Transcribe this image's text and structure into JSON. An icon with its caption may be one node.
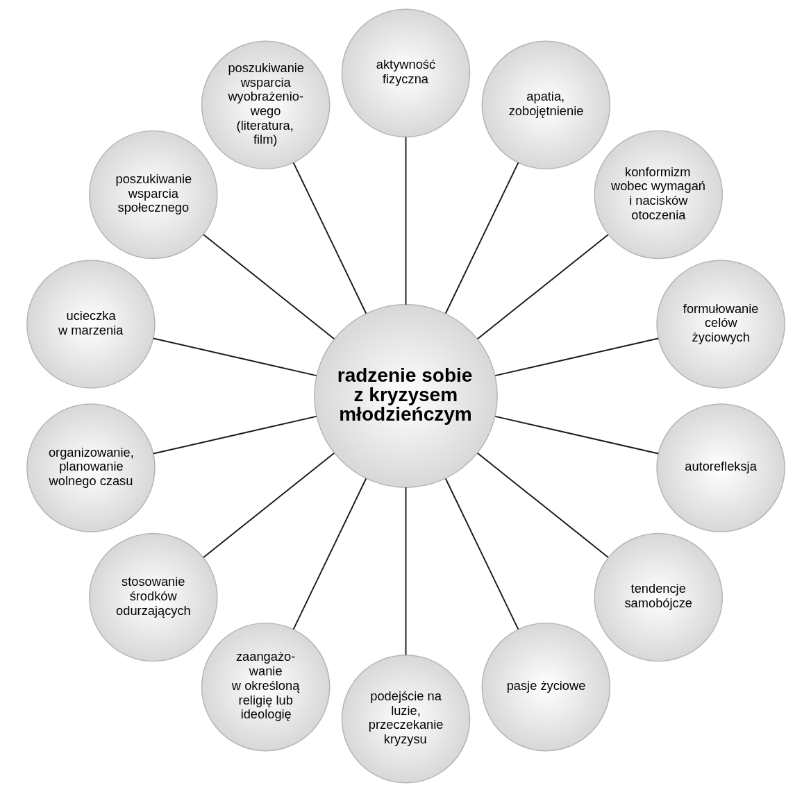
{
  "diagram": {
    "nodes": [
      {
        "text": [
          "radzenie sobie z kryzysem młodzieńczym"
        ]
      },
      {
        "text": [
          "aktywność fizyczna"
        ]
      },
      {
        "text": [
          "apatia, zobojętnienie"
        ]
      },
      {
        "text": [
          "konformizm wobec wymagań i nacisków otoczenia"
        ]
      },
      {
        "text": [
          "formułowanie celów życiowych"
        ]
      },
      {
        "text": [
          "autorefleksja"
        ]
      },
      {
        "text": [
          "tendencje samobójcze"
        ]
      },
      {
        "text": [
          "pasje życiowe"
        ]
      },
      {
        "text": [
          "podejście na luzie, przeczekanie kryzysu"
        ]
      },
      {
        "text": [
          "zaangażo-wanie w określoną religię lub ideologię"
        ]
      },
      {
        "text": [
          "stosowanie środków odurzających"
        ]
      },
      {
        "text": [
          "organizowanie, planowanie wolnego czasu"
        ]
      },
      {
        "text": [
          "ucieczka w marzenia"
        ]
      },
      {
        "text": [
          "poszukiwanie wsparcia społecznego"
        ]
      },
      {
        "text": [
          "poszukiwanie wsparcia wyobrażenio-wego (literatura, film)"
        ]
      }
    ],
    "edges": [
      {
        "from": 0,
        "to": 1,
        "arrow": "none"
      },
      {
        "from": 0,
        "to": 2,
        "arrow": "none"
      },
      {
        "from": 0,
        "to": 3,
        "arrow": "none"
      },
      {
        "from": 0,
        "to": 4,
        "arrow": "none"
      },
      {
        "from": 0,
        "to": 5,
        "arrow": "none"
      },
      {
        "from": 0,
        "to": 6,
        "arrow": "none"
      },
      {
        "from": 0,
        "to": 7,
        "arrow": "none"
      },
      {
        "from": 0,
        "to": 8,
        "arrow": "none"
      },
      {
        "from": 0,
        "to": 9,
        "arrow": "none"
      },
      {
        "from": 0,
        "to": 10,
        "arrow": "none"
      },
      {
        "from": 0,
        "to": 11,
        "arrow": "none"
      },
      {
        "from": 0,
        "to": 12,
        "arrow": "none"
      },
      {
        "from": 0,
        "to": 13,
        "arrow": "none"
      },
      {
        "from": 0,
        "to": 14,
        "arrow": "none"
      }
    ]
  }
}
